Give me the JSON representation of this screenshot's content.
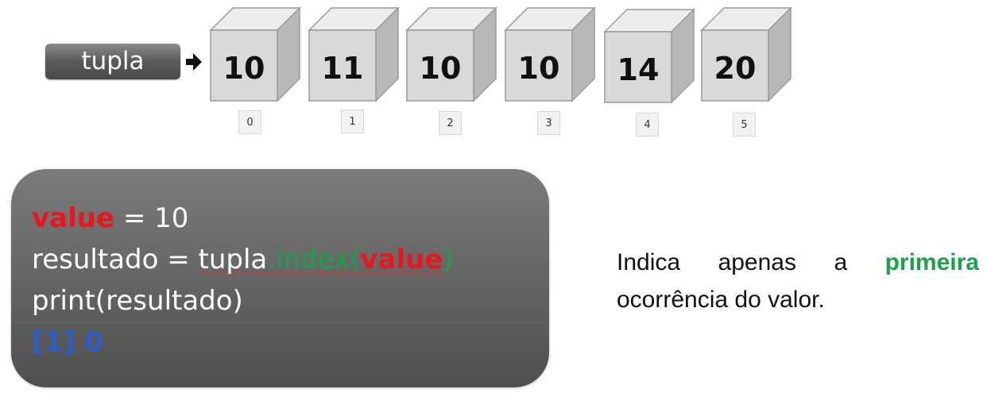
{
  "variable_label": "tupla",
  "cubes": [
    {
      "value": "10",
      "index": "0"
    },
    {
      "value": "11",
      "index": "1"
    },
    {
      "value": "10",
      "index": "2"
    },
    {
      "value": "10",
      "index": "3"
    },
    {
      "value": "14",
      "index": "4"
    },
    {
      "value": "20",
      "index": "5"
    }
  ],
  "code": {
    "line1": {
      "var": "value",
      "rest": " = 10"
    },
    "line2": {
      "prefix": "resultado = ",
      "obj": "tupla",
      "method": ".index(",
      "arg": "value",
      "close": ")"
    },
    "line3": "print(resultado)",
    "line4": "[1] 0"
  },
  "description": {
    "w1": "Indica",
    "w2": "apenas",
    "w3": "a",
    "highlight": "primeira",
    "line2": "ocorrência do valor."
  },
  "colors": {
    "keyword_red": "#e8161d",
    "method_green": "#1aa24b",
    "output_blue": "#2b5ec8",
    "cube_face": "#d9d9d9"
  }
}
